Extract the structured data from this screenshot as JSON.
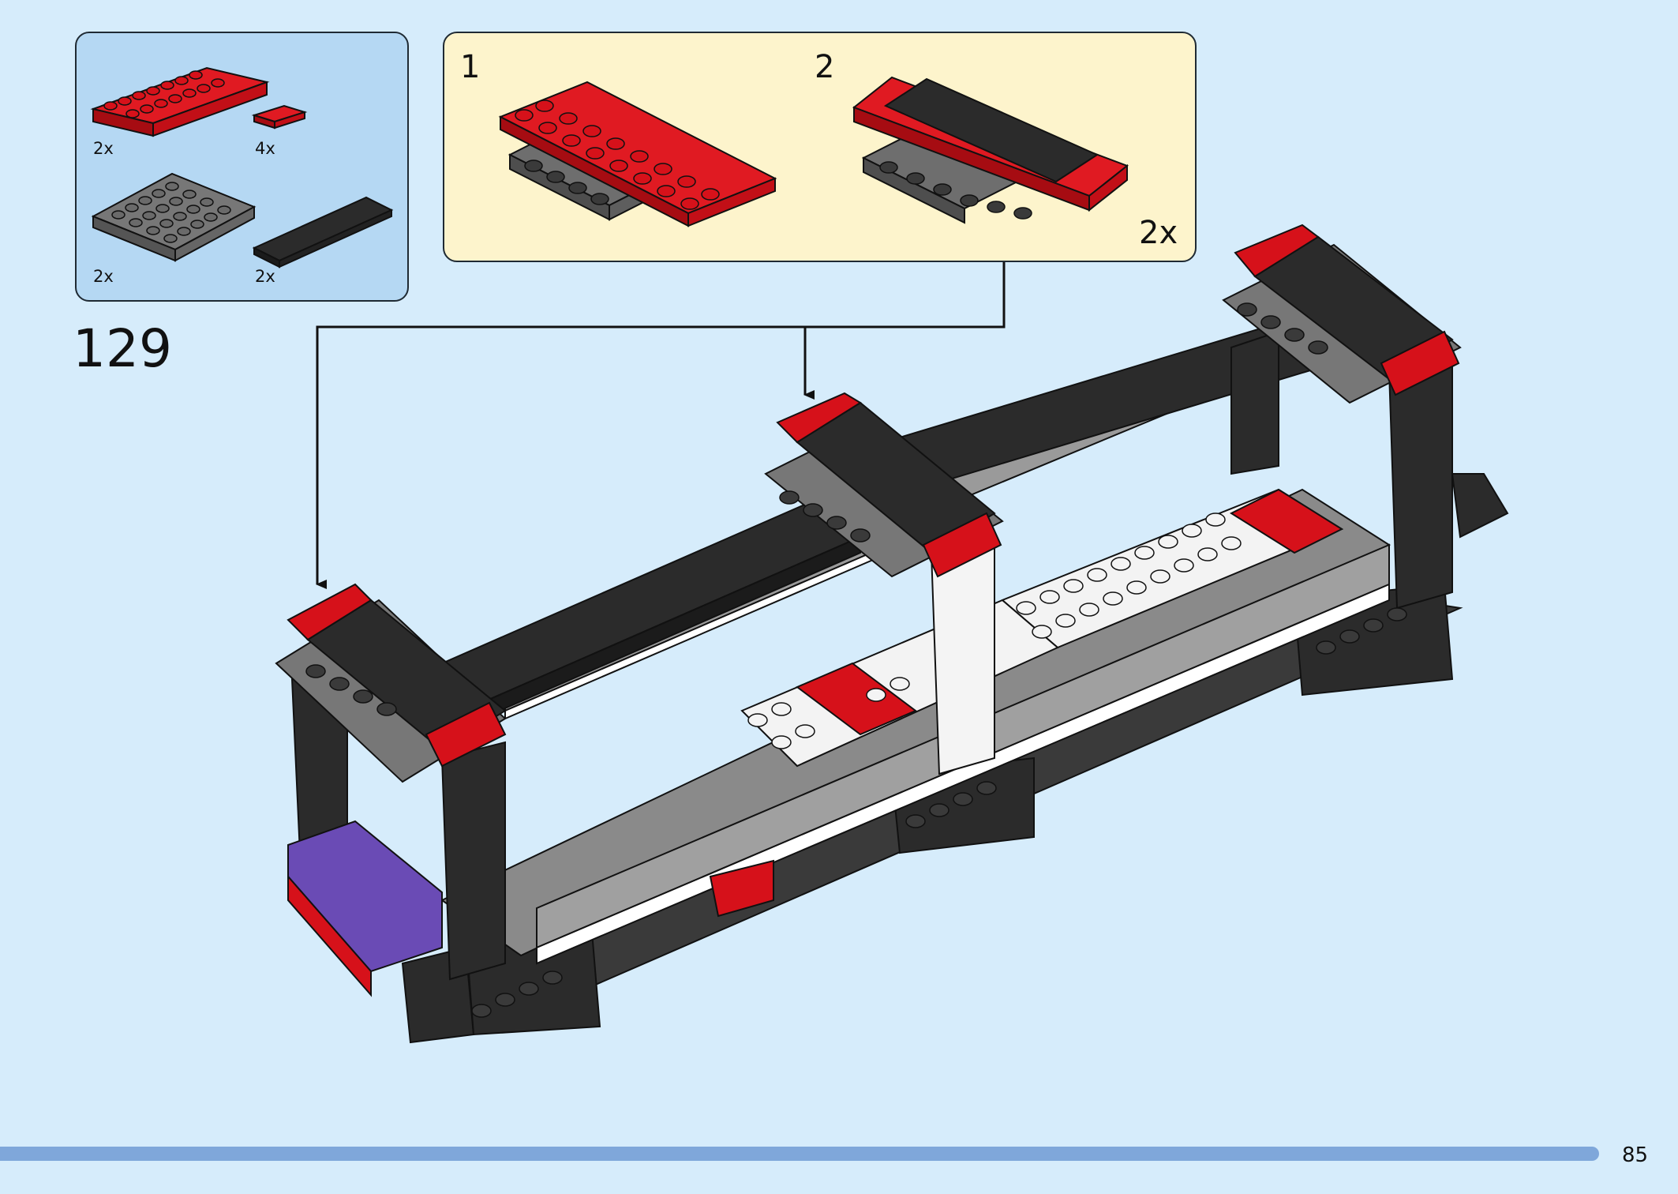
{
  "parts": [
    {
      "qty": "2x",
      "name": "red-plate-2x8",
      "color": "#d6111a"
    },
    {
      "qty": "4x",
      "name": "red-tile-1x2",
      "color": "#d6111a"
    },
    {
      "qty": "2x",
      "name": "gray-plate-4x6",
      "color": "#6e6e6e"
    },
    {
      "qty": "2x",
      "name": "black-tile-2x6",
      "color": "#2b2b2b"
    }
  ],
  "substeps": [
    {
      "number": "1"
    },
    {
      "number": "2"
    }
  ],
  "sub_multiplier": "2x",
  "step_number": "129",
  "page_number": "85",
  "colors": {
    "background": "#d6ecfb",
    "parts_box": "#b5d8f3",
    "substep_box": "#fdf4cc",
    "brick_red": "#d6111a",
    "brick_black": "#2b2b2b",
    "brick_gray": "#6e6e6e",
    "brick_white": "#f4f4f4",
    "brick_purple": "#6a4bb5",
    "progress_bar": "#7fa7da"
  }
}
